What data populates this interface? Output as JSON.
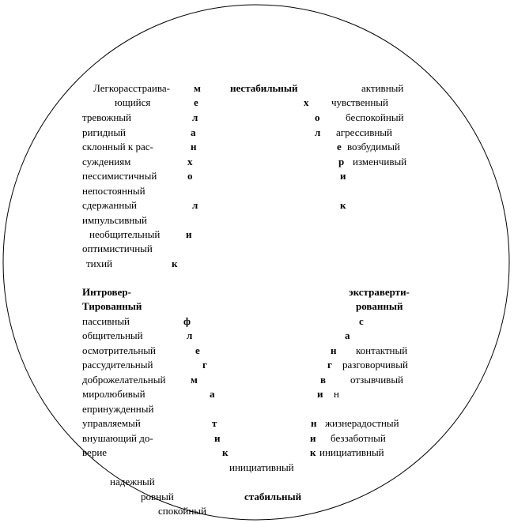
{
  "top_labels": {
    "melancholic_letters": [
      "м",
      "е",
      "л",
      "а",
      "н",
      "х",
      "о",
      "л",
      "и",
      "к"
    ],
    "unstable": "нестабильный",
    "choleric_letters": [
      "х",
      "о",
      "л",
      "е",
      "р",
      "и",
      "к"
    ],
    "left_words": [
      "Легкорасстраива-",
      "ющийся",
      "тревожный",
      "ригидный",
      "склонный к рас-",
      "суждениям",
      "пессимистичный",
      "непостоянный",
      "сдержанный",
      "импульсивный",
      "необщительный",
      "оптимистичный",
      "тихий"
    ],
    "right_words": [
      "активный",
      "чувственный",
      "беспокойный",
      "агрессивный",
      "возбудимый",
      "изменчивый"
    ]
  },
  "middle_labels": {
    "introvert_line1": "Интровер-",
    "introvert_line2": "Тированный",
    "extravert_line1": "экстраверти-",
    "extravert_line2": "рованный"
  },
  "bottom_labels": {
    "phlegmatic_letters": [
      "ф",
      "л",
      "е",
      "г",
      "м",
      "а",
      "т",
      "и",
      "к"
    ],
    "sanguine_letters": [
      "с",
      "а",
      "н",
      "г",
      "в",
      "и",
      "н",
      "и",
      "к"
    ],
    "left_words": [
      "пассивный",
      "общительный",
      "осмотрительный",
      "рассудительный",
      "доброжелательный",
      "миролюбивый",
      "епринужденный",
      "управляемый",
      "внушающий до-",
      "верие"
    ],
    "right_words": [
      "контактный",
      "разговорчивый",
      "отзывчивый",
      "н",
      "жизнерадостный",
      "беззаботный",
      "инициативный"
    ],
    "bottom_words": [
      "инициативный",
      "надежный",
      "ровный",
      "спокойный"
    ],
    "stable": "стабильный"
  }
}
